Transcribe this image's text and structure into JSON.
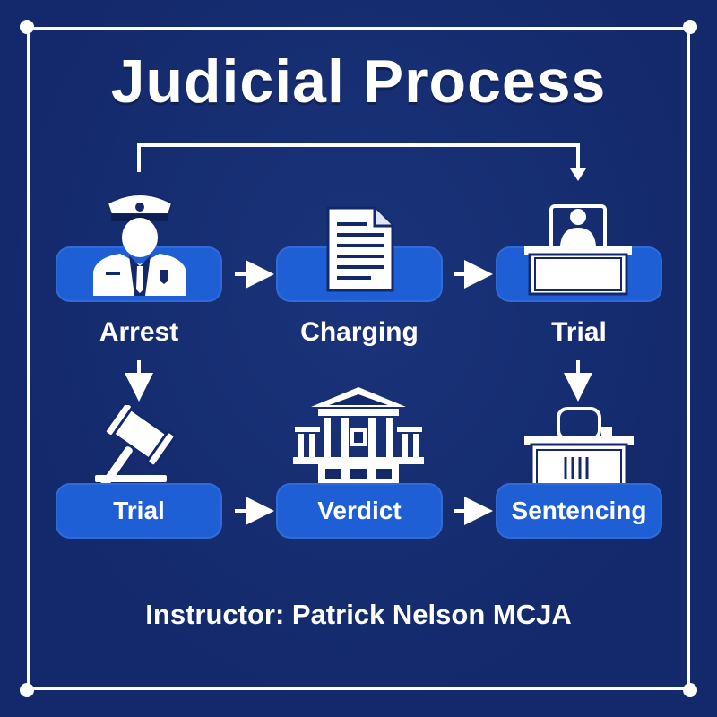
{
  "title": "Judicial Process",
  "colors": {
    "background": "#13296b",
    "pill": "#1f5fd6",
    "text": "#ffffff"
  },
  "steps": [
    {
      "label": "Arrest",
      "icon": "police-officer-icon"
    },
    {
      "label": "Charging",
      "icon": "document-icon"
    },
    {
      "label": "Trial",
      "icon": "judge-at-bench-icon"
    },
    {
      "label": "Trial",
      "icon": "gavel-icon"
    },
    {
      "label": "Verdict",
      "icon": "courthouse-icon"
    },
    {
      "label": "Sentencing",
      "icon": "judge-bench-icon"
    }
  ],
  "footer": "Instructor: Patrick Nelson MCJA"
}
